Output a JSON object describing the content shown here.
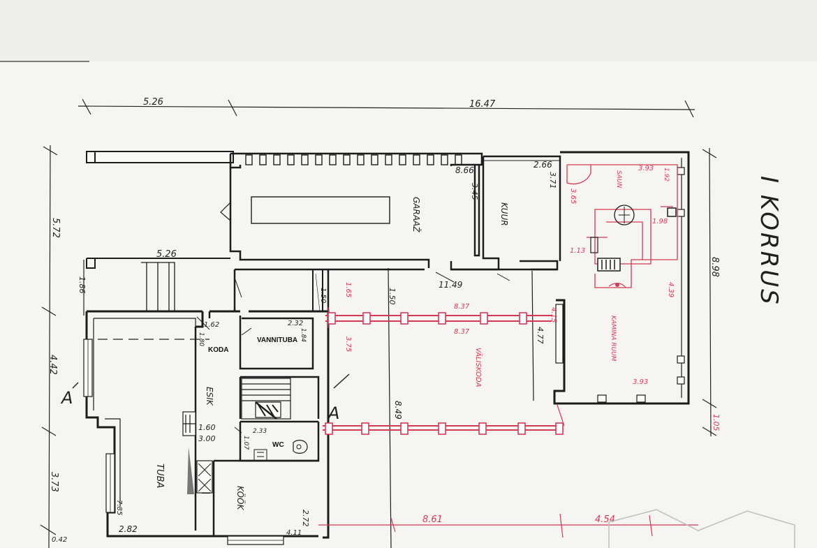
{
  "title": "I KORRUS",
  "dimensions": {
    "top_left": "5.26",
    "top_total": "16.47",
    "left_upper": "5.72",
    "left_mid": "4.42",
    "left_lower": "3.73",
    "left_bottom": "0.42",
    "right_total": "8.98",
    "right_bottom": "1.05",
    "bottom_red_1": "8.61",
    "bottom_red_2": "4.54",
    "d_526b": "5.26",
    "d_186": "1.86",
    "d_866": "8.66",
    "d_345": "3.45",
    "d_266": "2.66",
    "d_371": "3.71",
    "d_1149": "11.49",
    "d_150a": "1.50",
    "d_150b": "1.50",
    "d_477": "4.77",
    "d_849": "8.49",
    "d_162": "1.62",
    "d_180": "1.80",
    "d_232": "2.32",
    "d_184": "1.84",
    "d_160": "1.60",
    "d_300": "3.00",
    "d_233": "2.33",
    "d_107": "1.07",
    "d_272": "2.72",
    "d_411": "4.11",
    "d_785": "7.85",
    "d_282": "2.82"
  },
  "rooms": {
    "garage": "GARAAŽ",
    "storage": "KUUR",
    "kitchen_room": "KÖÖK",
    "living": "TUBA",
    "hall": "ESIK",
    "koda": "KODA",
    "bath": "VANNITUBA",
    "wc": "WC",
    "sauna": "SAUN",
    "terrace": "VÄLISKODA",
    "firewood": "KAMINA RUUM",
    "section": "A"
  },
  "red_notes": {
    "r_393a": "3.93",
    "r_365": "3.65",
    "r_198": "1.98",
    "r_113": "1.13",
    "r_165": "1.65",
    "r_837a": "8.37",
    "r_837b": "8.37",
    "r_375": "3.75",
    "r_415": "4.15",
    "r_439": "4.39",
    "r_393b": "3.93",
    "r_192": "1.92"
  },
  "colors": {
    "ink": "#1c1c1c",
    "red_ink": "#d23a55",
    "paper": "#f4f3ef"
  }
}
